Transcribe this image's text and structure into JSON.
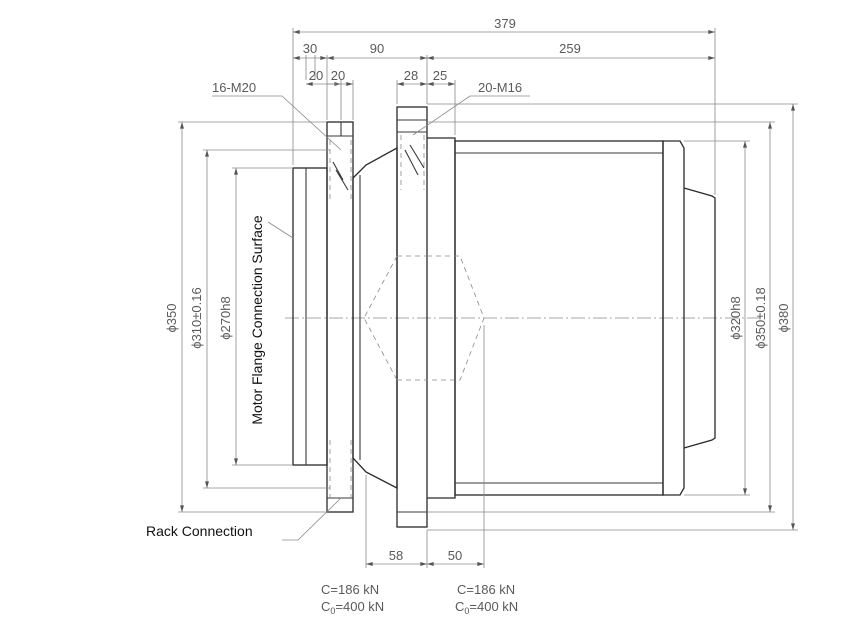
{
  "dimensions": {
    "overall_length": "379",
    "len_30": "30",
    "len_90": "90",
    "len_259": "259",
    "len_20a": "20",
    "len_20b": "20",
    "len_28": "28",
    "len_25": "25",
    "len_58": "58",
    "len_50": "50",
    "dia_350": "ϕ350",
    "dia_310": "ϕ310±0.16",
    "dia_270": "ϕ270h8",
    "dia_320": "ϕ320h8",
    "dia_350_tol": "ϕ350±0.18",
    "dia_380": "ϕ380"
  },
  "callouts": {
    "left_bolt": "16-M20",
    "right_bolt": "20-M16"
  },
  "labels": {
    "motor_flange": "Motor Flange Connection Surface",
    "rack_connection": "Rack Connection"
  },
  "loads": {
    "left": {
      "c": "C=186 kN",
      "c0_prefix": "C",
      "c0_sub": "0",
      "c0_rest": "=400 kN"
    },
    "right": {
      "c": "C=186 kN",
      "c0_prefix": "C",
      "c0_sub": "0",
      "c0_rest": "=400 kN"
    }
  }
}
